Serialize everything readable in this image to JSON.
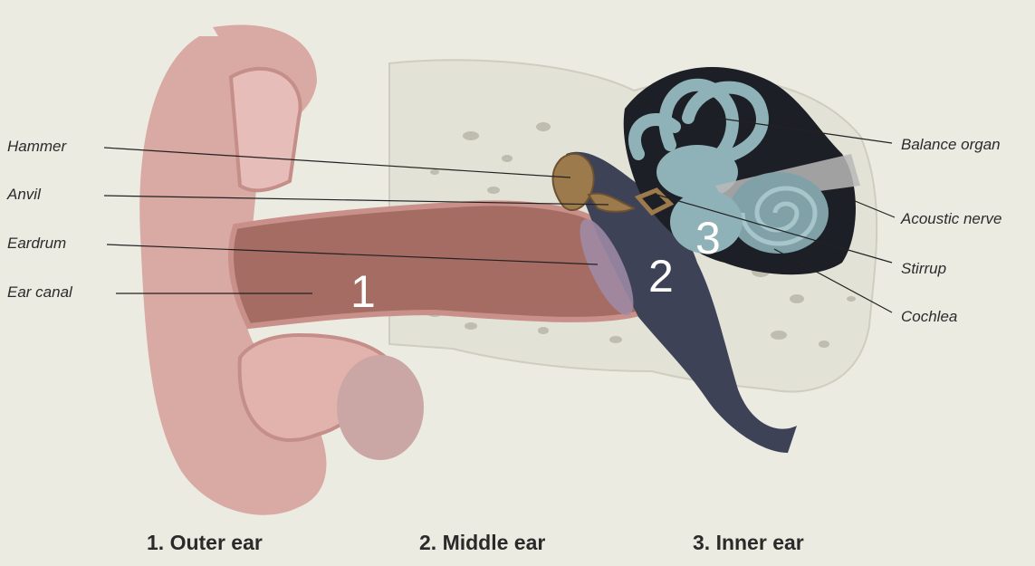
{
  "labels_left": {
    "hammer": "Hammer",
    "anvil": "Anvil",
    "eardrum": "Eardrum",
    "ear_canal": "Ear canal"
  },
  "labels_right": {
    "balance_organ": "Balance organ",
    "acoustic_nerve": "Acoustic nerve",
    "stirrup": "Stirrup",
    "cochlea": "Cochlea"
  },
  "region_numbers": {
    "outer": "1",
    "middle": "2",
    "inner": "3"
  },
  "captions": {
    "outer": "1. Outer ear",
    "middle": "2. Middle ear",
    "inner": "3. Inner ear"
  },
  "colors": {
    "background": "#ecebe2",
    "skin": "#d9a9a4",
    "canal": "#a56c64",
    "middle_ear_cavity": "#3d4257",
    "inner_ear": "#8fb2b8",
    "bone": "#e3e2d6",
    "ossicles": "#9d7a4c"
  }
}
